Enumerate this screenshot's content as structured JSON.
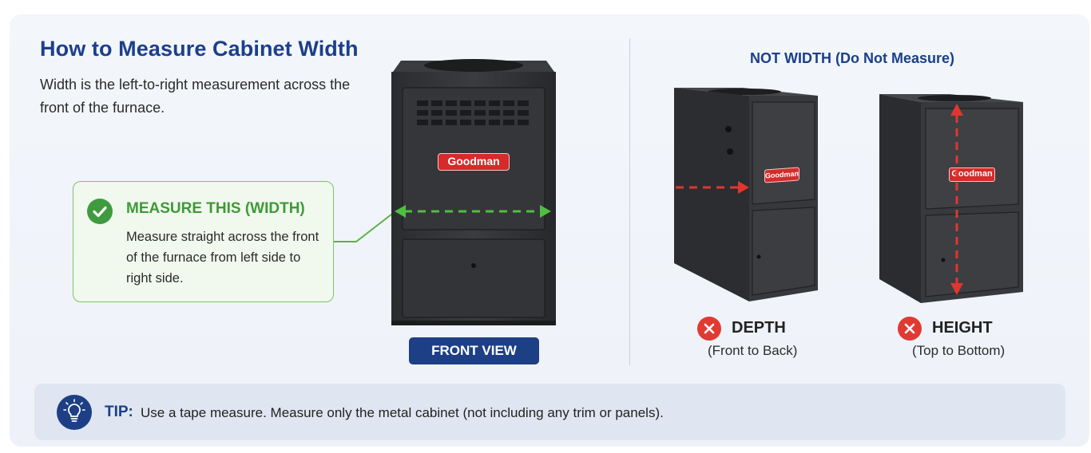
{
  "header": {
    "title": "How to Measure Cabinet Width",
    "subtitle": "Width is the left-to-right measurement across the front of the furnace."
  },
  "measure": {
    "title": "MEASURE THIS (WIDTH)",
    "text": "Measure straight across the front of the furnace from left side to right side.",
    "icon": "check-icon"
  },
  "front_view": {
    "label": "FRONT VIEW",
    "brand": "Goodman"
  },
  "not_width": {
    "title": "NOT WIDTH (Do Not Measure)",
    "items": [
      {
        "label": "DEPTH",
        "sub": "(Front to Back)",
        "brand": "Goodman",
        "icon": "x-icon"
      },
      {
        "label": "HEIGHT",
        "sub": "(Top to Bottom)",
        "brand": "Goodman",
        "icon": "x-icon"
      }
    ]
  },
  "tip": {
    "label": "TIP:",
    "text": "Use a tape measure. Measure only the metal cabinet (not including any trim or panels).",
    "icon": "lightbulb-icon"
  },
  "colors": {
    "navy": "#1d3f85",
    "green": "#3f9b3f",
    "red": "#e03a33",
    "cabinet": "#2b2d30"
  }
}
